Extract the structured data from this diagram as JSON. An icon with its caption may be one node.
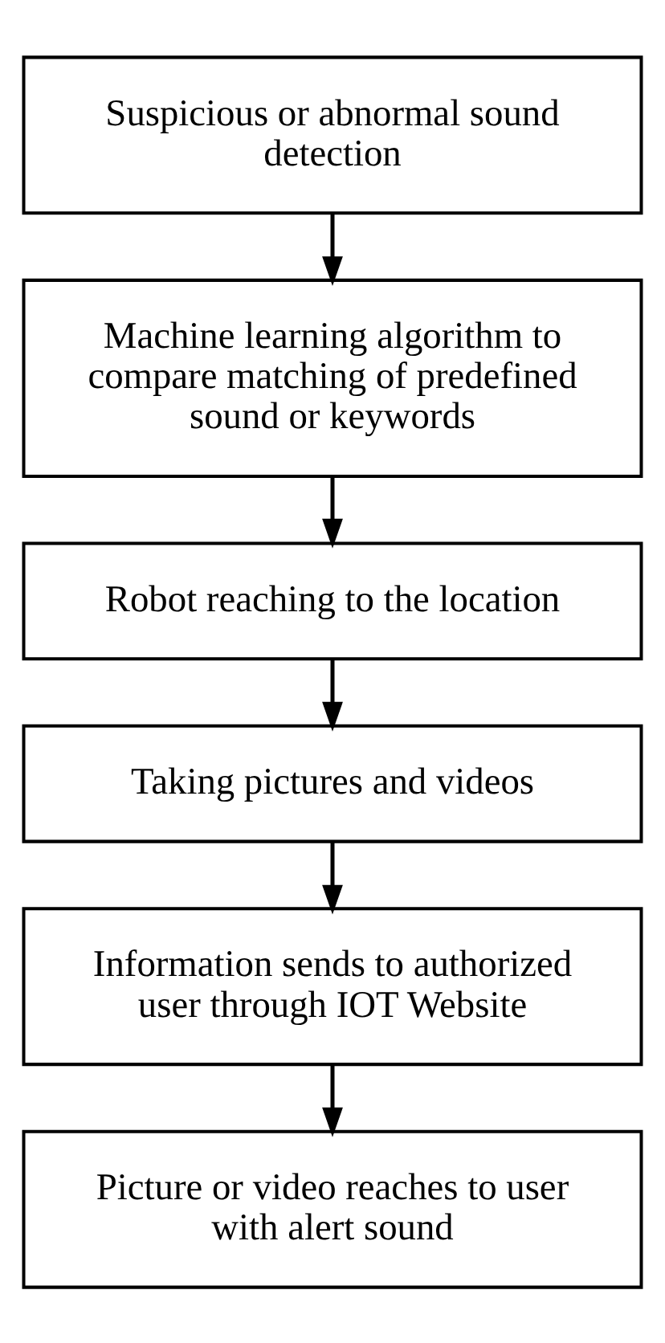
{
  "diagram": {
    "nodes": [
      {
        "text": [
          "Suspicious or abnormal sound detection"
        ]
      },
      {
        "text": [
          "Machine learning algorithm to compare matching of predefined sound or keywords"
        ]
      },
      {
        "text": [
          "Robot reaching to the location"
        ]
      },
      {
        "text": [
          "Taking pictures and videos"
        ]
      },
      {
        "text": [
          "Information sends to authorized user through IOT Website"
        ]
      },
      {
        "text": [
          "Picture or video reaches to user with alert sound"
        ]
      }
    ],
    "edges": [
      {
        "from": 0,
        "to": 1,
        "arrow": "to"
      },
      {
        "from": 1,
        "to": 2,
        "arrow": "to"
      },
      {
        "from": 2,
        "to": 3,
        "arrow": "to"
      },
      {
        "from": 3,
        "to": 4,
        "arrow": "to"
      },
      {
        "from": 4,
        "to": 5,
        "arrow": "to"
      }
    ]
  }
}
